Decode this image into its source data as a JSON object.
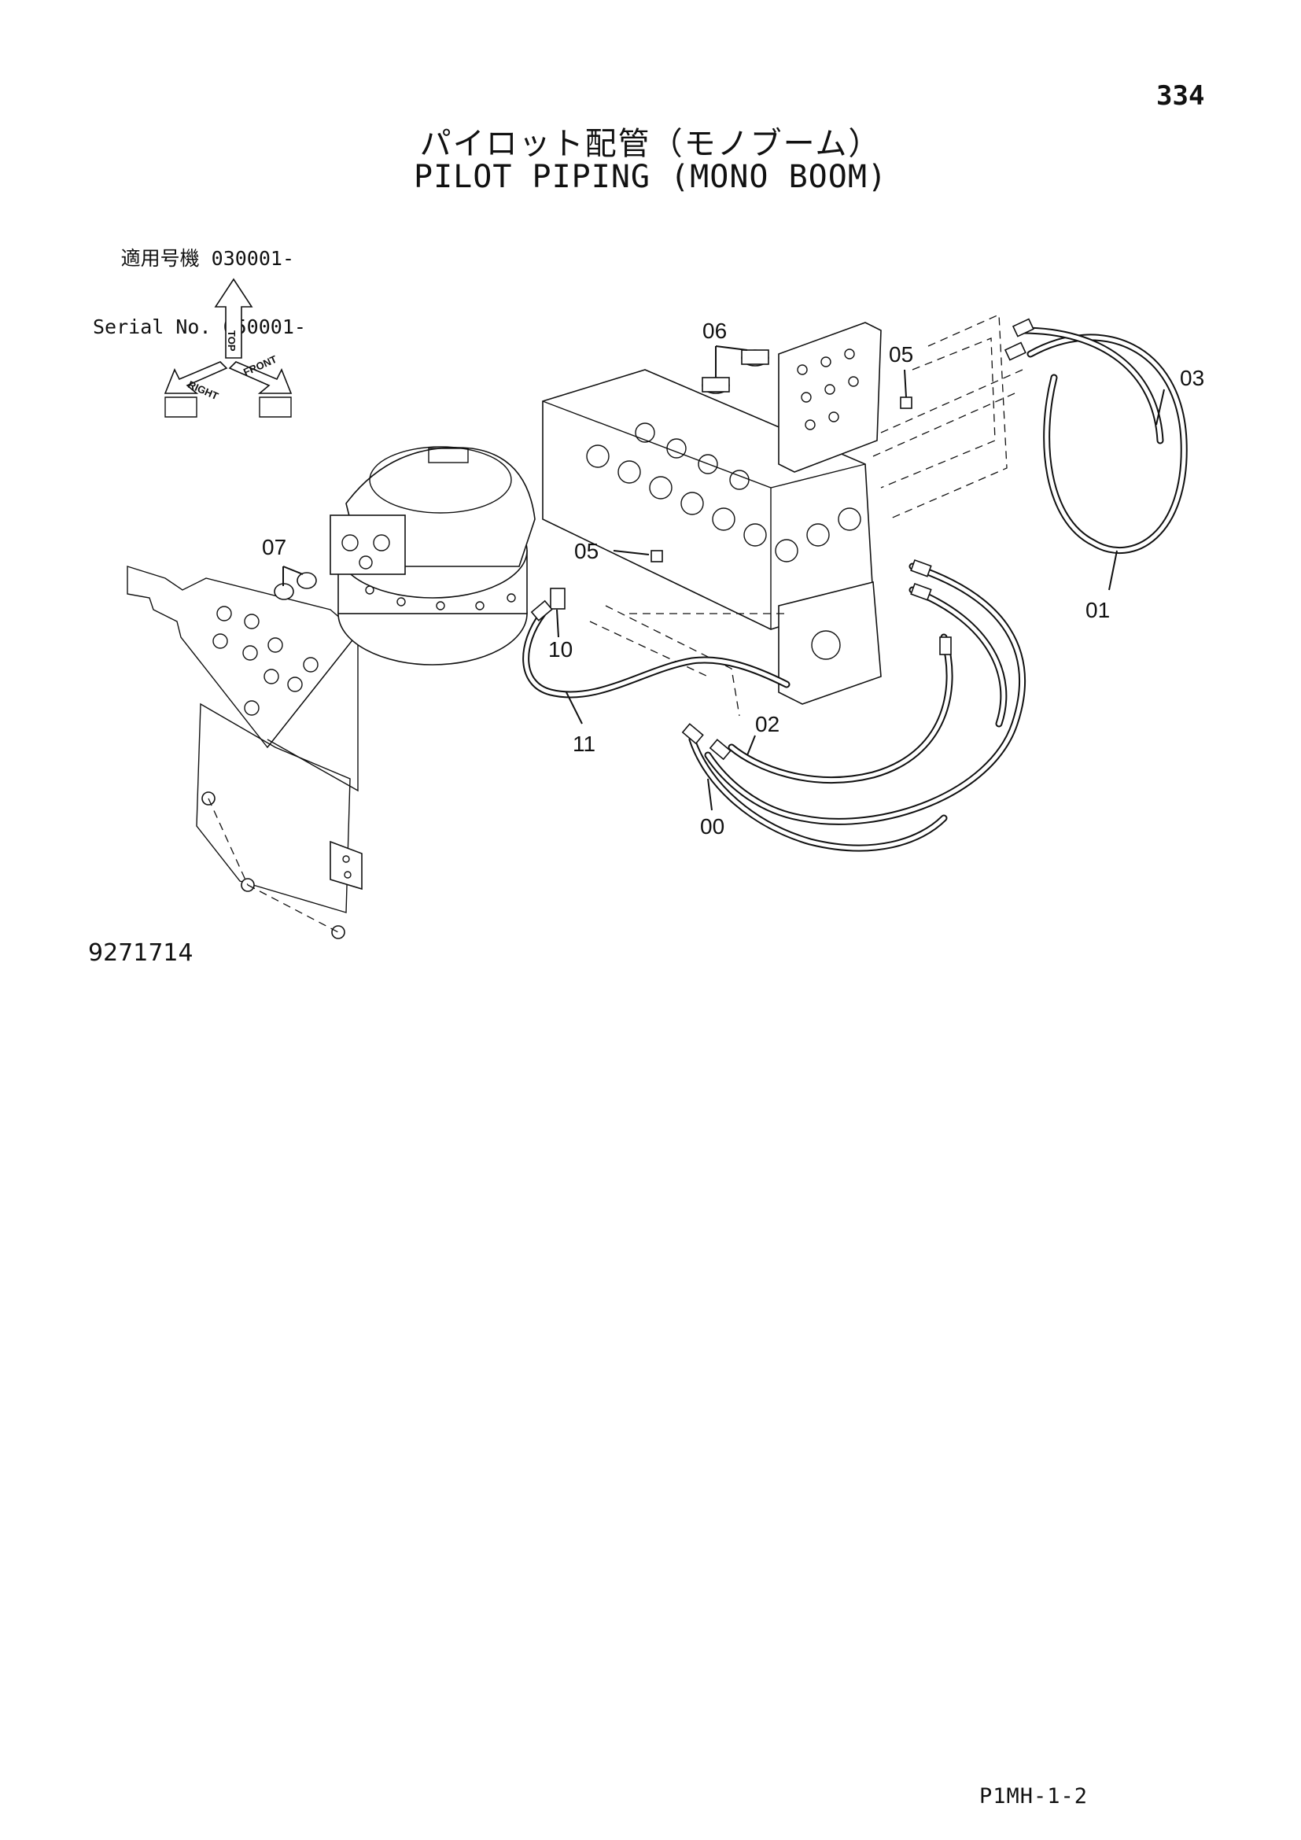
{
  "page": {
    "number": "334",
    "title_jp": "パイロット配管（モノブーム）",
    "title_en": "PILOT PIPING (MONO BOOM)",
    "serial": [
      {
        "label": "適用号機",
        "value": "030001-"
      },
      {
        "label": "Serial No.",
        "value": "050001-"
      }
    ],
    "figure_number": "9271714",
    "code": "P1MH-1-2"
  },
  "orientation": {
    "top": "TOP",
    "right": "RIGHT",
    "front": "FRONT"
  },
  "callouts": {
    "c00": "00",
    "c01": "01",
    "c02": "02",
    "c03": "03",
    "c05a": "05",
    "c05b": "05",
    "c06": "06",
    "c07": "07",
    "c10": "10",
    "c11": "11"
  }
}
